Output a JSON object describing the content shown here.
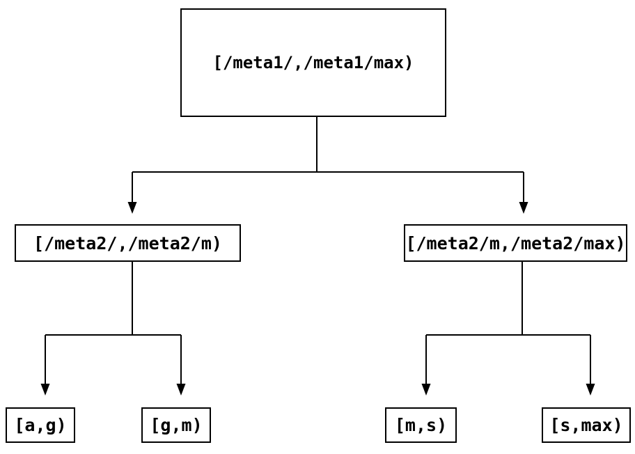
{
  "diagram": {
    "type": "tree",
    "root": {
      "label": "[/meta1/,/meta1/max)"
    },
    "level2": [
      {
        "label": "[/meta2/,/meta2/m)"
      },
      {
        "label": "[/meta2/m,/meta2/max)"
      }
    ],
    "leaves": [
      {
        "label": "[a,g)"
      },
      {
        "label": "[g,m)"
      },
      {
        "label": "[m,s)"
      },
      {
        "label": "[s,max)"
      }
    ],
    "edges": [
      {
        "from": "root",
        "to": "level2.0"
      },
      {
        "from": "root",
        "to": "level2.1"
      },
      {
        "from": "level2.0",
        "to": "leaves.0"
      },
      {
        "from": "level2.0",
        "to": "leaves.1"
      },
      {
        "from": "level2.1",
        "to": "leaves.2"
      },
      {
        "from": "level2.1",
        "to": "leaves.3"
      }
    ],
    "colors": {
      "background": "#ffffff",
      "box_border": "#000000",
      "box_fill": "#ffffff",
      "text": "#000000",
      "line": "#000000"
    }
  }
}
